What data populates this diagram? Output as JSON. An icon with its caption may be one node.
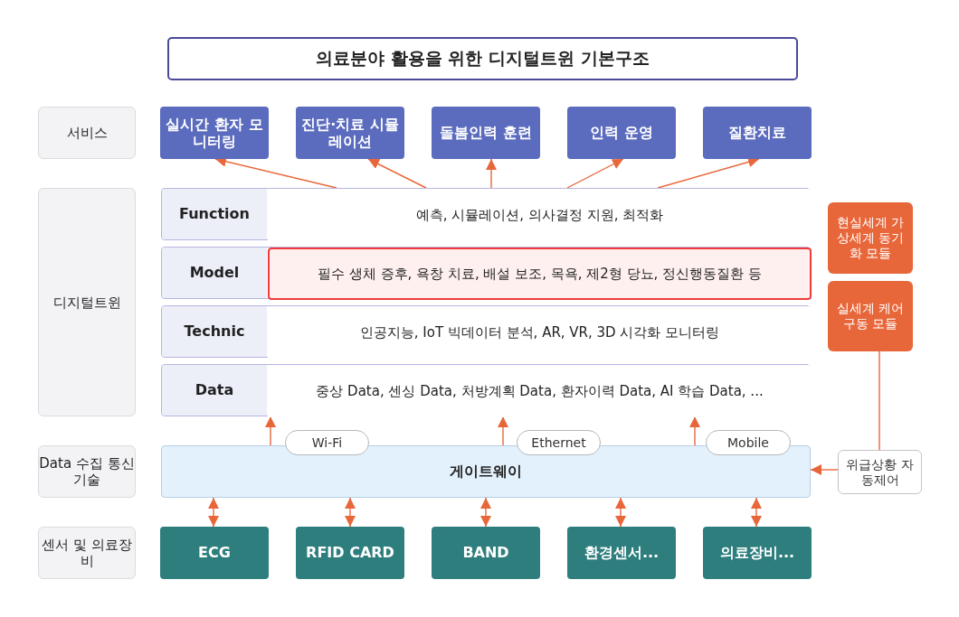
{
  "diagram": {
    "title": "의료분야 활용을 위한 디지털트윈 기본구조",
    "nodes": [
      {
        "text": [
          "서비스"
        ]
      },
      {
        "text": [
          "실시간 환자 모니터링"
        ]
      },
      {
        "text": [
          "진단·치료 시뮬레이션"
        ]
      },
      {
        "text": [
          "돌봄인력 훈련"
        ]
      },
      {
        "text": [
          "인력 운영"
        ]
      },
      {
        "text": [
          "질환치료"
        ]
      },
      {
        "text": [
          "디지털트윈"
        ]
      },
      {
        "text": [
          "Function"
        ]
      },
      {
        "text": [
          "예측, 시뮬레이션, 의사결정 지원, 최적화"
        ],
        "in": 7
      },
      {
        "text": [
          "Model"
        ]
      },
      {
        "text": [
          "필수 생체 증후, 욕창 치료, 배설 보조, 목욕, 제2형 당뇨, 정신행동질환 등"
        ],
        "in": 9
      },
      {
        "text": [
          "Technic"
        ]
      },
      {
        "text": [
          "인공지능, IoT 빅데이터 분석, AR, VR, 3D 시각화 모니터링"
        ],
        "in": 11
      },
      {
        "text": [
          "Data"
        ]
      },
      {
        "text": [
          "중상 Data, 센싱 Data, 처방계획 Data, 환자이력 Data, AI 학습 Data, ..."
        ],
        "in": 13
      },
      {
        "text": [
          "Data 수집 통신기술"
        ]
      },
      {
        "text": [
          "게이트웨이"
        ]
      },
      {
        "text": [
          "Wi-Fi"
        ]
      },
      {
        "text": [
          "Ethernet"
        ]
      },
      {
        "text": [
          "Mobile"
        ]
      },
      {
        "text": [
          "센서 및 의료장비"
        ]
      },
      {
        "text": [
          "ECG"
        ]
      },
      {
        "text": [
          "RFID CARD"
        ]
      },
      {
        "text": [
          "BAND"
        ]
      },
      {
        "text": [
          "환경센서..."
        ]
      },
      {
        "text": [
          "의료장비..."
        ]
      },
      {
        "text": [
          "현실세계 가상세계 동기화 모듈"
        ]
      },
      {
        "text": [
          "실세계 케어 구동 모듈"
        ]
      },
      {
        "text": [
          "위급상황 자동제어"
        ]
      }
    ],
    "edges": [
      {
        "from": 7,
        "to": 1,
        "arrow": "to"
      },
      {
        "from": 7,
        "to": 2,
        "arrow": "to"
      },
      {
        "from": 7,
        "to": 3,
        "arrow": "to"
      },
      {
        "from": 7,
        "to": 4,
        "arrow": "to"
      },
      {
        "from": 7,
        "to": 5,
        "arrow": "to"
      },
      {
        "from": 16,
        "to": 13,
        "arrow": "to"
      },
      {
        "from": 16,
        "to": 13,
        "arrow": "to"
      },
      {
        "from": 16,
        "to": 13,
        "arrow": "to"
      },
      {
        "from": 16,
        "to": 21,
        "arrow": "both"
      },
      {
        "from": 16,
        "to": 22,
        "arrow": "both"
      },
      {
        "from": 16,
        "to": 23,
        "arrow": "both"
      },
      {
        "from": 16,
        "to": 24,
        "arrow": "both"
      },
      {
        "from": 16,
        "to": 25,
        "arrow": "both"
      },
      {
        "from": 27,
        "to": 28,
        "arrow": "none"
      },
      {
        "from": 28,
        "to": 16,
        "arrow": "to"
      }
    ]
  }
}
